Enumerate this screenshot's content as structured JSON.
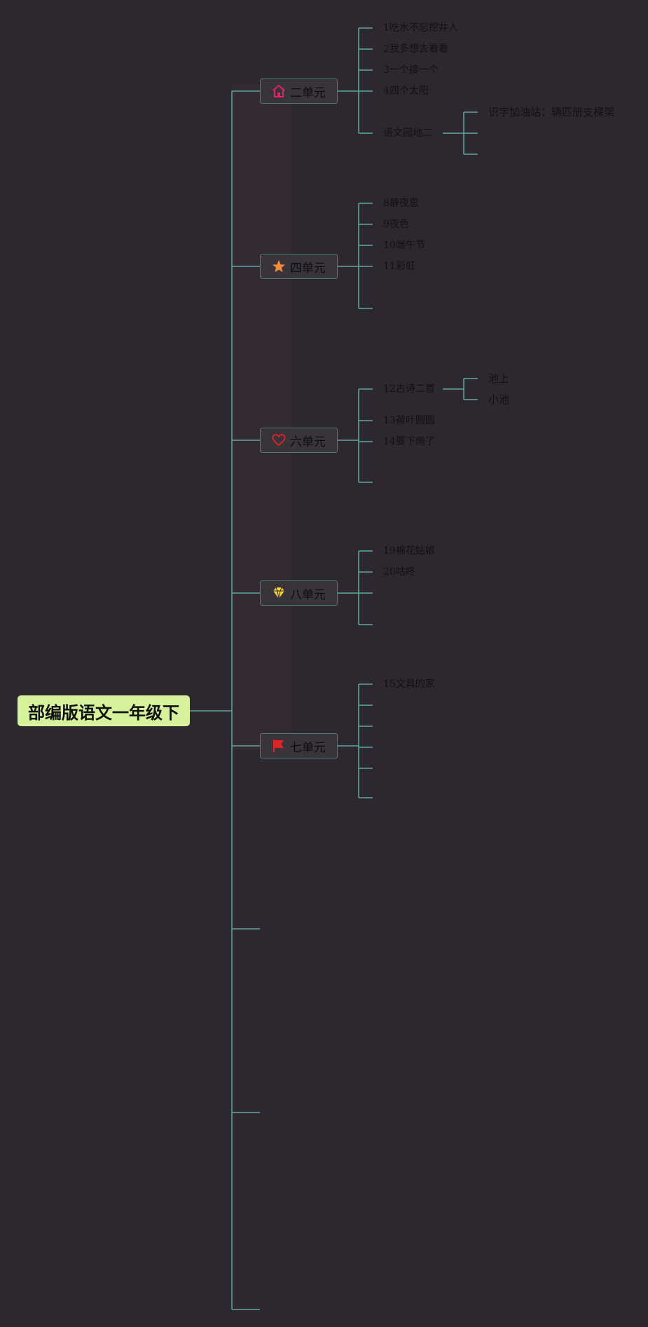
{
  "root": {
    "label": "部编版语文一年级下"
  },
  "branches": [
    {
      "label": "二单元",
      "icon": "house-icon",
      "icon_color": "#e0245e",
      "items": [
        "1吃水不忘挖井人",
        "2我多想去看看",
        "3一个接一个",
        "4四个太阳",
        "语文园地二"
      ],
      "sub": {
        "parent": "语文园地二",
        "items": [
          "识字加油站：辆匹册支棵架"
        ]
      }
    },
    {
      "label": "四单元",
      "icon": "star-icon",
      "icon_color": "#f08a3c",
      "items": [
        "8静夜思",
        "9夜色",
        "10端午节",
        "11彩虹"
      ]
    },
    {
      "label": "六单元",
      "icon": "heart-icon",
      "icon_color": "#e02424",
      "items": [
        "12古诗二首",
        "13荷叶圆圆",
        "14要下雨了"
      ],
      "sub": {
        "parent": "12古诗二首",
        "items": [
          "池上",
          "小池"
        ]
      }
    },
    {
      "label": "八单元",
      "icon": "diamond-icon",
      "icon_color": "#f2d43a",
      "items": [
        "19棉花姑娘",
        "20咕咚"
      ]
    },
    {
      "label": "七单元",
      "icon": "flag-icon",
      "icon_color": "#e02424",
      "items": [
        "15文具的家"
      ]
    }
  ],
  "colors": {
    "background": "#2d2830",
    "connector": "#5fa8a0",
    "root_fill": "#d6f29a"
  }
}
